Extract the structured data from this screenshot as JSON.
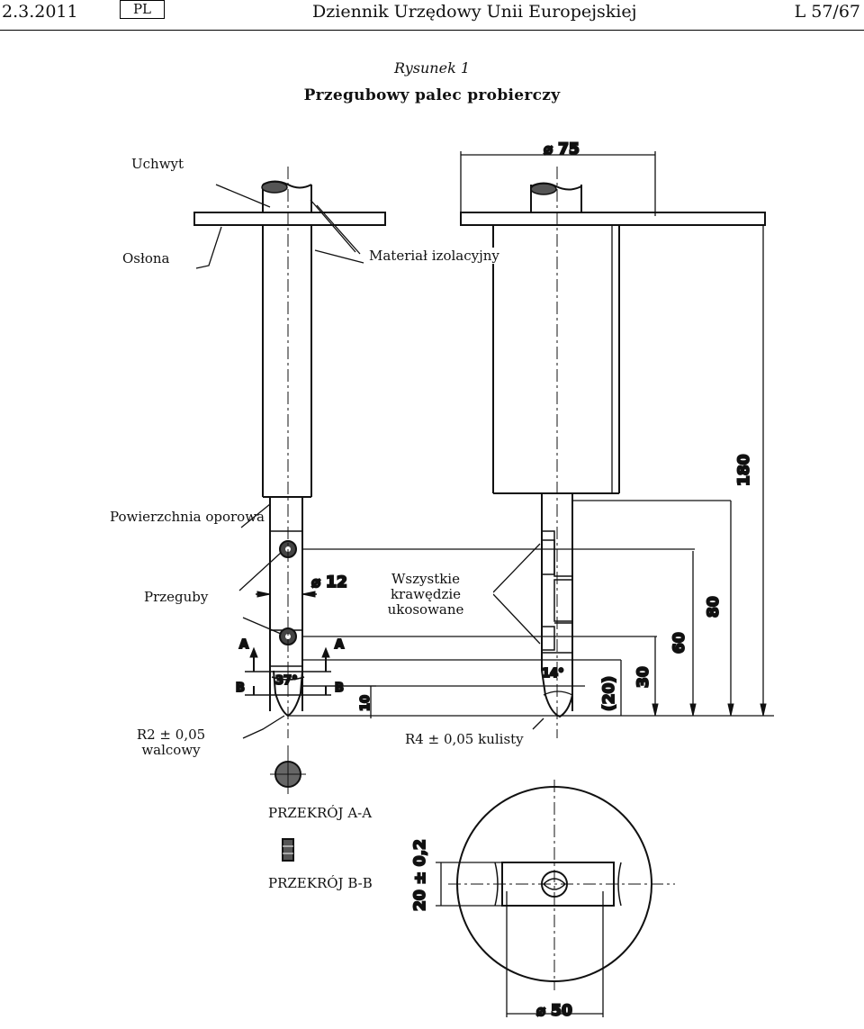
{
  "header": {
    "date": "2.3.2011",
    "lang": "PL",
    "journal": "Dziennik Urzędowy Unii Europejskiej",
    "page": "L 57/67"
  },
  "figure": {
    "label": "Rysunek 1",
    "title": "Przegubowy palec probierczy"
  },
  "labels": {
    "uchwyt": "Uchwyt",
    "oslona": "Osłona",
    "material": "Materiał izolacyjny",
    "powierzchnia": "Powierzchnia oporowa",
    "przeguby": "Przeguby",
    "krawedzie_1": "Wszystkie krawędzie",
    "krawedzie_2": "ukosowane",
    "r2_1": "R2 ± 0,05",
    "r2_2": "walcowy",
    "r4": "R4 ± 0,05 kulisty",
    "section_aa": "PRZEKRÓJ A-A",
    "section_bb": "PRZEKRÓJ B-B"
  },
  "dimensions": {
    "d75": "⌀ 75",
    "d12": "⌀ 12",
    "d50": "⌀ 50",
    "v180": "180",
    "v80": "80",
    "v60": "60",
    "v30": "30",
    "v20": "(20)",
    "v10": "10",
    "v20tol": "20 ± 0,2",
    "a37": "37°",
    "a14": "14°",
    "secA": "A",
    "secB": "B"
  }
}
